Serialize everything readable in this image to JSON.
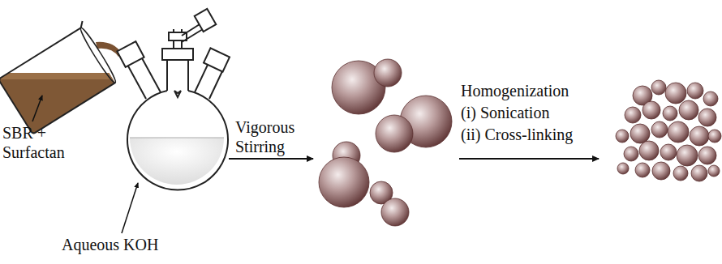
{
  "diagram": {
    "labels": [
      "SBR + Surfactan",
      "Aqueous KOH",
      "Vigorous Stirring",
      "Homogenization",
      "(i) Sonication",
      "(ii) Cross-linking"
    ]
  }
}
